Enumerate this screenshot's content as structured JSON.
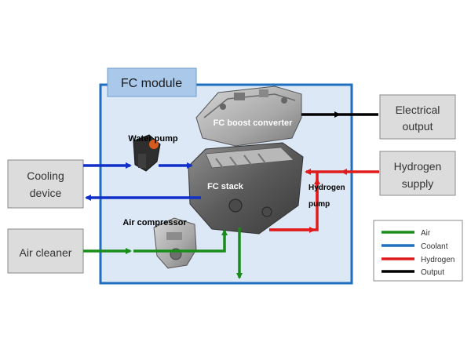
{
  "module": {
    "title": "FC module"
  },
  "external_boxes": {
    "electrical_output": [
      "Electrical",
      "output"
    ],
    "hydrogen_supply": [
      "Hydrogen",
      "supply"
    ],
    "cooling_device": [
      "Cooling",
      "device"
    ],
    "air_cleaner": [
      "Air cleaner"
    ]
  },
  "components": {
    "fc_boost_converter": "FC boost converter",
    "water_pump": "Water pump",
    "fc_stack": "FC stack",
    "hydrogen_pump": [
      "Hydrogen",
      "pump"
    ],
    "air_compressor": "Air compressor"
  },
  "legend": [
    {
      "label": "Air",
      "color": "#1a8c1a"
    },
    {
      "label": "Coolant",
      "color": "#1f6fc0"
    },
    {
      "label": "Hydrogen",
      "color": "#e01b1b"
    },
    {
      "label": "Output",
      "color": "#000000"
    }
  ],
  "flow_colors": {
    "air": "#1a8c1a",
    "coolant": "#1030c8",
    "hydrogen": "#e01b1b",
    "output": "#000000"
  }
}
